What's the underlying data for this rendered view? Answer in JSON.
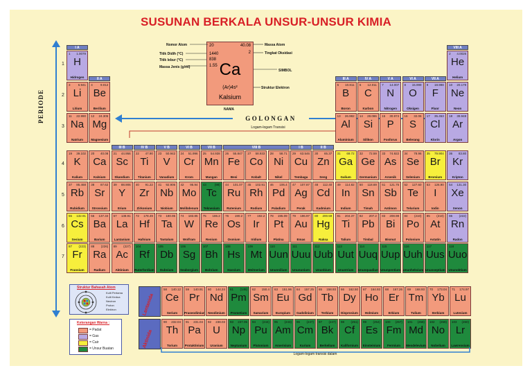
{
  "colors": {
    "solid": "#f29a7c",
    "gas": "#b8a9e3",
    "liquid": "#f7ef3c",
    "synthetic": "#1f8a3d",
    "header": "#6f7fc3",
    "arrow": "#2f7fd1",
    "red": "#d81f26"
  },
  "title": "SUSUNAN BERKALA UNSUR-UNSUR KIMIA",
  "golongan_label": "GOLONGAN",
  "periode_label": "PERIODE",
  "transisi_label": "Logam-logam Transisi",
  "transisi_dalam_label": "Logam-logam transisi dalam",
  "lantanida_label": "Lantanida",
  "aktinida_label": "Aktinida",
  "key": {
    "nomor_atom": "Nomor Atom",
    "titik_didih": "Titik Didih (°C)",
    "titik_lebur": "Titik lebur (°C)",
    "massa_jenis": "Massa Jenis (g/ml)",
    "massa_atom": "Massa Atom",
    "tingkat_oksidasi": "Tingkat Oksidasi",
    "simbol": "SIMBOL",
    "struktur": "Struktur Elektron",
    "nama": "NAMA",
    "num": "20",
    "bp": "1440",
    "mp": "838",
    "dens": "1.55",
    "mass": "40.08",
    "ox": "2",
    "sym": "Ca",
    "conf": "(Ar)4s²",
    "name": "Kalsium"
  },
  "periods": [
    "1",
    "2",
    "3",
    "4",
    "5",
    "6",
    "7"
  ],
  "groups": [
    "I A",
    "II A",
    "III B",
    "IV B",
    "V B",
    "VI B",
    "VII B",
    "VIII B",
    "I B",
    "II B",
    "III A",
    "IV A",
    "V A",
    "VI A",
    "VII A",
    "VIII A"
  ],
  "atom_box": {
    "title": "Struktur Bahasah Atom",
    "l1": "Kulit Pertama",
    "l2": "Kulit Kedua",
    "l3": "Neutron",
    "l4": "Proton",
    "l5": "Elektron"
  },
  "legend": {
    "title": "Keterangan Warna :",
    "solid": "= Padat",
    "gas": "= Gas",
    "liquid": "= Cair",
    "synthetic": "= Unsur Buatan"
  },
  "elements": [
    {
      "s": "H",
      "n": "Hidrogen",
      "z": "1",
      "m": "1.0079",
      "t": "gas"
    },
    {
      "s": "He",
      "n": "Helium",
      "z": "2",
      "m": "4.0026",
      "t": "gas"
    },
    {
      "s": "Li",
      "n": "Litium",
      "z": "3",
      "m": "6.941",
      "t": "solid"
    },
    {
      "s": "Be",
      "n": "Berilium",
      "z": "4",
      "m": "9.012",
      "t": "solid"
    },
    {
      "s": "B",
      "n": "Boron",
      "z": "5",
      "m": "10.811",
      "t": "solid"
    },
    {
      "s": "C",
      "n": "Karbon",
      "z": "6",
      "m": "12.011",
      "t": "solid"
    },
    {
      "s": "N",
      "n": "Nitrogen",
      "z": "7",
      "m": "14.007",
      "t": "gas"
    },
    {
      "s": "O",
      "n": "Oksigen",
      "z": "8",
      "m": "15.999",
      "t": "gas"
    },
    {
      "s": "F",
      "n": "Fluor",
      "z": "9",
      "m": "18.998",
      "t": "gas"
    },
    {
      "s": "Ne",
      "n": "Neon",
      "z": "10",
      "m": "20.179",
      "t": "gas"
    },
    {
      "s": "Na",
      "n": "Natrium",
      "z": "11",
      "m": "22.990",
      "t": "solid"
    },
    {
      "s": "Mg",
      "n": "Magnesium",
      "z": "12",
      "m": "24.305",
      "t": "solid"
    },
    {
      "s": "Al",
      "n": "Aluminium",
      "z": "13",
      "m": "26.982",
      "t": "solid"
    },
    {
      "s": "Si",
      "n": "Silikon",
      "z": "14",
      "m": "28.086",
      "t": "solid"
    },
    {
      "s": "P",
      "n": "Fosforus",
      "z": "15",
      "m": "30.974",
      "t": "solid"
    },
    {
      "s": "S",
      "n": "Belerang",
      "z": "16",
      "m": "32.06",
      "t": "solid"
    },
    {
      "s": "Cl",
      "n": "Klorin",
      "z": "17",
      "m": "35.453",
      "t": "gas"
    },
    {
      "s": "Ar",
      "n": "Argon",
      "z": "18",
      "m": "39.948",
      "t": "gas"
    },
    {
      "s": "K",
      "n": "Kalium",
      "z": "19",
      "m": "39.102",
      "t": "solid"
    },
    {
      "s": "Ca",
      "n": "Kalsium",
      "z": "20",
      "m": "40.08",
      "t": "solid"
    },
    {
      "s": "Sc",
      "n": "Skandium",
      "z": "21",
      "m": "44.956",
      "t": "solid"
    },
    {
      "s": "Ti",
      "n": "Titanium",
      "z": "22",
      "m": "47.90",
      "t": "solid"
    },
    {
      "s": "V",
      "n": "Vanadium",
      "z": "23",
      "m": "50.942",
      "t": "solid"
    },
    {
      "s": "Cr",
      "n": "Krom",
      "z": "24",
      "m": "51.996",
      "t": "solid"
    },
    {
      "s": "Mn",
      "n": "Mangan",
      "z": "25",
      "m": "54.938",
      "t": "solid"
    },
    {
      "s": "Fe",
      "n": "Besi",
      "z": "26",
      "m": "55.847",
      "t": "solid"
    },
    {
      "s": "Co",
      "n": "Kobalt",
      "z": "27",
      "m": "58.933",
      "t": "solid"
    },
    {
      "s": "Ni",
      "n": "Nikel",
      "z": "28",
      "m": "58.71",
      "t": "solid"
    },
    {
      "s": "Cu",
      "n": "Tembaga",
      "z": "29",
      "m": "63.546",
      "t": "solid"
    },
    {
      "s": "Zn",
      "n": "Seng",
      "z": "30",
      "m": "65.37",
      "t": "solid"
    },
    {
      "s": "Ga",
      "n": "Galium",
      "z": "31",
      "m": "69.72",
      "t": "liquid"
    },
    {
      "s": "Ge",
      "n": "Germanium",
      "z": "32",
      "m": "72.59",
      "t": "solid"
    },
    {
      "s": "As",
      "n": "Arsenik",
      "z": "33",
      "m": "74.922",
      "t": "solid"
    },
    {
      "s": "Se",
      "n": "Selenium",
      "z": "34",
      "m": "78.96",
      "t": "solid"
    },
    {
      "s": "Br",
      "n": "Bromium",
      "z": "35",
      "m": "79.904",
      "t": "liquid"
    },
    {
      "s": "Kr",
      "n": "Kripton",
      "z": "36",
      "m": "83.80",
      "t": "gas"
    },
    {
      "s": "Rb",
      "n": "Rubidium",
      "z": "37",
      "m": "85.468",
      "t": "solid"
    },
    {
      "s": "Sr",
      "n": "Stronsium",
      "z": "38",
      "m": "87.62",
      "t": "solid"
    },
    {
      "s": "Y",
      "n": "Itrium",
      "z": "39",
      "m": "88.906",
      "t": "solid"
    },
    {
      "s": "Zr",
      "n": "Zirkonium",
      "z": "40",
      "m": "91.22",
      "t": "solid"
    },
    {
      "s": "Nb",
      "n": "Niobium",
      "z": "41",
      "m": "92.906",
      "t": "solid"
    },
    {
      "s": "Mo",
      "n": "Molibdenum",
      "z": "42",
      "m": "95.94",
      "t": "solid"
    },
    {
      "s": "Tc",
      "n": "Teknesium",
      "z": "43",
      "m": "(98)",
      "t": "synthetic"
    },
    {
      "s": "Ru",
      "n": "Rutenium",
      "z": "44",
      "m": "101.07",
      "t": "solid"
    },
    {
      "s": "Rh",
      "n": "Rodium",
      "z": "45",
      "m": "102.91",
      "t": "solid"
    },
    {
      "s": "Pd",
      "n": "Paladium",
      "z": "46",
      "m": "106.4",
      "t": "solid"
    },
    {
      "s": "Ag",
      "n": "Perak",
      "z": "47",
      "m": "107.87",
      "t": "solid"
    },
    {
      "s": "Cd",
      "n": "Kadmium",
      "z": "48",
      "m": "112.40",
      "t": "solid"
    },
    {
      "s": "In",
      "n": "Indium",
      "z": "49",
      "m": "114.82",
      "t": "solid"
    },
    {
      "s": "Sn",
      "n": "Timah",
      "z": "50",
      "m": "118.69",
      "t": "solid"
    },
    {
      "s": "Sb",
      "n": "Antimon",
      "z": "51",
      "m": "121.75",
      "t": "solid"
    },
    {
      "s": "Te",
      "n": "Telurium",
      "z": "52",
      "m": "127.60",
      "t": "solid"
    },
    {
      "s": "I",
      "n": "Iodin",
      "z": "53",
      "m": "126.90",
      "t": "solid"
    },
    {
      "s": "Xe",
      "n": "Xenon",
      "z": "54",
      "m": "131.30",
      "t": "gas"
    },
    {
      "s": "Cs",
      "n": "Sesium",
      "z": "55",
      "m": "132.91",
      "t": "liquid"
    },
    {
      "s": "Ba",
      "n": "Barium",
      "z": "56",
      "m": "137.34",
      "t": "solid"
    },
    {
      "s": "La",
      "n": "Lantanium",
      "z": "57",
      "m": "138.91",
      "t": "solid"
    },
    {
      "s": "Hf",
      "n": "Hafnium",
      "z": "72",
      "m": "178.49",
      "t": "solid"
    },
    {
      "s": "Ta",
      "n": "Tantalum",
      "z": "73",
      "m": "180.95",
      "t": "solid"
    },
    {
      "s": "W",
      "n": "Wolfram",
      "z": "74",
      "m": "183.85",
      "t": "solid"
    },
    {
      "s": "Re",
      "n": "Renium",
      "z": "75",
      "m": "186.2",
      "t": "solid"
    },
    {
      "s": "Os",
      "n": "Osmium",
      "z": "76",
      "m": "190.2",
      "t": "solid"
    },
    {
      "s": "Ir",
      "n": "Iridium",
      "z": "77",
      "m": "192.2",
      "t": "solid"
    },
    {
      "s": "Pt",
      "n": "Platina",
      "z": "78",
      "m": "195.09",
      "t": "solid"
    },
    {
      "s": "Au",
      "n": "Emas",
      "z": "79",
      "m": "196.97",
      "t": "solid"
    },
    {
      "s": "Hg",
      "n": "Raksa",
      "z": "80",
      "m": "200.59",
      "t": "liquid"
    },
    {
      "s": "Ti",
      "n": "Talium",
      "z": "81",
      "m": "204.37",
      "t": "solid"
    },
    {
      "s": "Pb",
      "n": "Timbal",
      "z": "82",
      "m": "207.2",
      "t": "solid"
    },
    {
      "s": "Bi",
      "n": "Bismut",
      "z": "83",
      "m": "208.98",
      "t": "solid"
    },
    {
      "s": "Po",
      "n": "Polonium",
      "z": "84",
      "m": "(210)",
      "t": "solid"
    },
    {
      "s": "At",
      "n": "Astatin",
      "z": "85",
      "m": "(210)",
      "t": "solid"
    },
    {
      "s": "Rn",
      "n": "Radon",
      "z": "86",
      "m": "(222)",
      "t": "gas"
    },
    {
      "s": "Fr",
      "n": "Fransium",
      "z": "87",
      "m": "(223)",
      "t": "liquid"
    },
    {
      "s": "Ra",
      "n": "Radium",
      "z": "88",
      "m": "(226)",
      "t": "solid"
    },
    {
      "s": "Ac",
      "n": "Aktinium",
      "z": "89",
      "m": "(227)",
      "t": "solid"
    },
    {
      "s": "Rf",
      "n": "Ruterfordium",
      "z": "104",
      "m": "",
      "t": "synthetic"
    },
    {
      "s": "Db",
      "n": "Dubnium",
      "z": "105",
      "m": "",
      "t": "synthetic"
    },
    {
      "s": "Sg",
      "n": "Seaborgium",
      "z": "106",
      "m": "",
      "t": "synthetic"
    },
    {
      "s": "Bh",
      "n": "Bohrium",
      "z": "107",
      "m": "",
      "t": "synthetic"
    },
    {
      "s": "Hs",
      "n": "Hassium",
      "z": "108",
      "m": "",
      "t": "synthetic"
    },
    {
      "s": "Mt",
      "n": "Meitnerium",
      "z": "109",
      "m": "",
      "t": "synthetic"
    },
    {
      "s": "Uun",
      "n": "Ununnilium",
      "z": "110",
      "m": "",
      "t": "synthetic"
    },
    {
      "s": "Uuu",
      "n": "Unununium",
      "z": "111",
      "m": "",
      "t": "synthetic"
    },
    {
      "s": "Uub",
      "n": "Ununbium",
      "z": "112",
      "m": "",
      "t": "synthetic"
    },
    {
      "s": "Uut",
      "n": "Ununtrium",
      "z": "113",
      "m": "",
      "t": "synthetic"
    },
    {
      "s": "Uuq",
      "n": "Ununquadium",
      "z": "114",
      "m": "",
      "t": "synthetic"
    },
    {
      "s": "Uup",
      "n": "Ununpentium",
      "z": "115",
      "m": "",
      "t": "synthetic"
    },
    {
      "s": "Uuh",
      "n": "Ununheksium",
      "z": "116",
      "m": "",
      "t": "synthetic"
    },
    {
      "s": "Uus",
      "n": "Ununseptium",
      "z": "117",
      "m": "",
      "t": "synthetic"
    },
    {
      "s": "Uuo",
      "n": "Ununoktium",
      "z": "118",
      "m": "",
      "t": "synthetic"
    },
    {
      "s": "Ce",
      "n": "Serium",
      "z": "58",
      "m": "140.12",
      "t": "solid"
    },
    {
      "s": "Pr",
      "n": "Praseodimium",
      "z": "59",
      "m": "140.91",
      "t": "solid"
    },
    {
      "s": "Nd",
      "n": "Neodimium",
      "z": "60",
      "m": "144.24",
      "t": "solid"
    },
    {
      "s": "Pm",
      "n": "Prometium",
      "z": "61",
      "m": "(145)",
      "t": "synthetic"
    },
    {
      "s": "Sm",
      "n": "Samarium",
      "z": "62",
      "m": "150.4",
      "t": "solid"
    },
    {
      "s": "Eu",
      "n": "Europium",
      "z": "63",
      "m": "151.96",
      "t": "solid"
    },
    {
      "s": "Gd",
      "n": "Gadolinium",
      "z": "64",
      "m": "157.25",
      "t": "solid"
    },
    {
      "s": "Tb",
      "n": "Terbium",
      "z": "65",
      "m": "158.93",
      "t": "solid"
    },
    {
      "s": "Dy",
      "n": "Disprosium",
      "z": "66",
      "m": "162.50",
      "t": "solid"
    },
    {
      "s": "Ho",
      "n": "Holmium",
      "z": "67",
      "m": "164.93",
      "t": "solid"
    },
    {
      "s": "Er",
      "n": "Erbium",
      "z": "68",
      "m": "167.26",
      "t": "solid"
    },
    {
      "s": "Tm",
      "n": "Tulium",
      "z": "69",
      "m": "168.93",
      "t": "solid"
    },
    {
      "s": "Yb",
      "n": "Iterbium",
      "z": "70",
      "m": "173.04",
      "t": "solid"
    },
    {
      "s": "Lu",
      "n": "Lutesium",
      "z": "71",
      "m": "174.97",
      "t": "solid"
    },
    {
      "s": "Th",
      "n": "Torium",
      "z": "90",
      "m": "232.04",
      "t": "solid"
    },
    {
      "s": "Pa",
      "n": "Protaktinium",
      "z": "91",
      "m": "231.04",
      "t": "solid"
    },
    {
      "s": "U",
      "n": "Uranium",
      "z": "92",
      "m": "238.03",
      "t": "solid"
    },
    {
      "s": "Np",
      "n": "Neptunium",
      "z": "93",
      "m": "237.05",
      "t": "synthetic"
    },
    {
      "s": "Pu",
      "n": "Plutonium",
      "z": "94",
      "m": "(244)",
      "t": "synthetic"
    },
    {
      "s": "Am",
      "n": "Amerisium",
      "z": "95",
      "m": "(243)",
      "t": "synthetic"
    },
    {
      "s": "Cm",
      "n": "Kurium",
      "z": "96",
      "m": "(247)",
      "t": "synthetic"
    },
    {
      "s": "Bk",
      "n": "Berkelium",
      "z": "97",
      "m": "(247)",
      "t": "synthetic"
    },
    {
      "s": "Cf",
      "n": "Kalifornium",
      "z": "98",
      "m": "(251)",
      "t": "synthetic"
    },
    {
      "s": "Es",
      "n": "Einsteinium",
      "z": "99",
      "m": "(254)",
      "t": "synthetic"
    },
    {
      "s": "Fm",
      "n": "Fermium",
      "z": "100",
      "m": "(257)",
      "t": "synthetic"
    },
    {
      "s": "Md",
      "n": "Mendelevium",
      "z": "101",
      "m": "(258)",
      "t": "synthetic"
    },
    {
      "s": "No",
      "n": "Nobelium",
      "z": "102",
      "m": "(259)",
      "t": "synthetic"
    },
    {
      "s": "Lr",
      "n": "Lawrensium",
      "z": "103",
      "m": "(260)",
      "t": "synthetic"
    }
  ]
}
